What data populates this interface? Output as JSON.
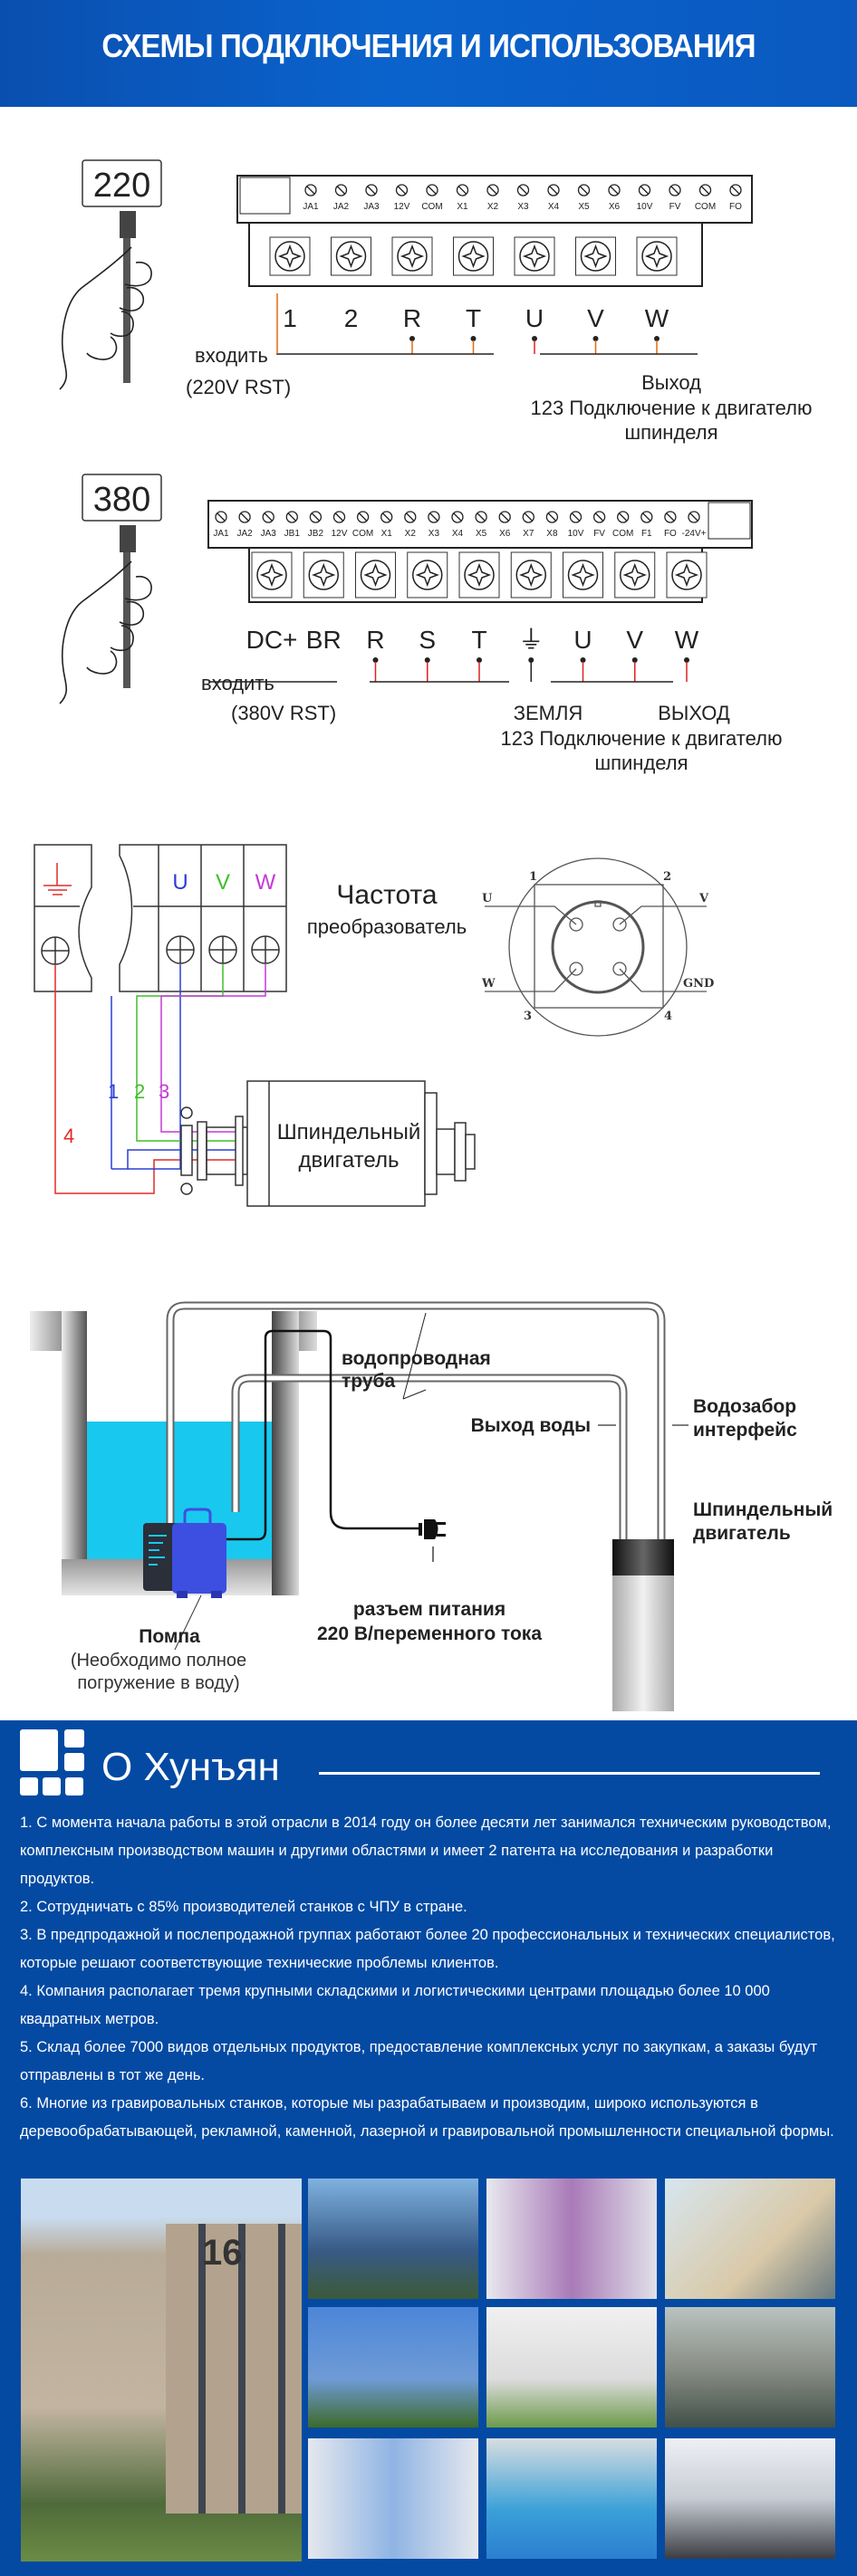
{
  "header": {
    "title": "СХЕМЫ ПОДКЛЮЧЕНИЯ И ИСПОЛЬЗОВАНИЯ",
    "background": "#0a5cc4"
  },
  "diagram220": {
    "voltage_badge": "220",
    "control_terminals": [
      "JA1",
      "JA2",
      "JA3",
      "12V",
      "COM",
      "X1",
      "X2",
      "X3",
      "X4",
      "X5",
      "X6",
      "10V",
      "FV",
      "COM",
      "FO"
    ],
    "power_terminals": [
      "1",
      "2",
      "R",
      "T",
      "U",
      "V",
      "W"
    ],
    "input_label": "входить",
    "input_sub": "(220V RST)",
    "output_label": "Выход",
    "output_sub1": "123 Подключение к двигателю",
    "output_sub2": "шпинделя"
  },
  "diagram380": {
    "voltage_badge": "380",
    "control_terminals": [
      "JA1",
      "JA2",
      "JA3",
      "JB1",
      "JB2",
      "12V",
      "COM",
      "X1",
      "X2",
      "X3",
      "X4",
      "X5",
      "X6",
      "X7",
      "X8",
      "10V",
      "FV",
      "COM",
      "F1",
      "FO",
      "-24V+"
    ],
    "power_terminals": [
      "DC+",
      "BR",
      "R",
      "S",
      "T",
      "⏚",
      "U",
      "V",
      "W"
    ],
    "input_label": "входить",
    "input_sub": "(380V RST)",
    "ground_label": "ЗЕМЛЯ",
    "output_label": "ВЫХОД",
    "output_sub1": "123 Подключение к двигателю",
    "output_sub2": "шпинделя"
  },
  "motor_wiring": {
    "terminal_labels": [
      "U",
      "V",
      "W"
    ],
    "inverter_label_1": "Частота",
    "inverter_label_2": "преобразователь",
    "wire_numbers": [
      "1",
      "2",
      "3",
      "4"
    ],
    "wire_colors": {
      "U": "#2a3fd6",
      "V": "#3fbf2a",
      "W": "#c43ad6",
      "ground": "#e02a2a"
    },
    "motor_label_1": "Шпиндельный",
    "motor_label_2": "двигатель",
    "connector": {
      "pins": [
        "1",
        "2",
        "3",
        "4"
      ],
      "signals": [
        "U",
        "V",
        "W",
        "GND"
      ]
    }
  },
  "cooling": {
    "pipe_label_1": "водопроводная",
    "pipe_label_2": "труба",
    "water_out": "Выход воды",
    "water_in_1": "Водозабор",
    "water_in_2": "интерфейс",
    "spindle_1": "Шпиндельный",
    "spindle_2": "двигатель",
    "plug_1": "разъем питания",
    "plug_2": "220 В/переменного тока",
    "pump_1": "Помпа",
    "pump_2": "(Необходимо полное",
    "pump_3": "погружение в воду)",
    "water_color": "#19c8ee",
    "pump_color": "#3c4fe0"
  },
  "about": {
    "title": "О Хунъян",
    "background": "#044aa2",
    "paragraphs": [
      "1. С момента начала работы в этой отрасли в 2014 году он более десяти лет занимался техническим руководством, комплексным производством машин и другими областями и имеет 2 патента на исследования и разработки продуктов.",
      "2. Сотрудничать с 85% производителей станков с ЧПУ в стране.",
      "3. В предпродажной и послепродажной группах работают более 20 профессиональных и технических специалистов, которые решают соответствующие технические проблемы клиентов.",
      "4. Компания располагает тремя крупными складскими и логистическими центрами площадью более 10 000 квадратных метров.",
      "5. Склад более 7000 видов отдельных продуктов, предоставление комплексных услуг по закупкам, а заказы будут отправлены в тот же день.",
      "6. Многие из гравировальных станков, которые мы разрабатываем и производим, широко используются в деревообрабатывающей, рекламной, каменной, лазерной и гравировальной промышленности специальной формы."
    ],
    "photos": [
      {
        "name": "company-building-photo",
        "building_number": "16"
      },
      {
        "name": "office-tower-photo"
      },
      {
        "name": "reception-logo-photo"
      },
      {
        "name": "office-desks-photo"
      },
      {
        "name": "twin-towers-photo"
      },
      {
        "name": "lounge-area-photo"
      },
      {
        "name": "city-bridge-photo"
      },
      {
        "name": "warehouse-shelves-photo"
      },
      {
        "name": "assembly-line-photo"
      },
      {
        "name": "cnc-workshop-photo"
      }
    ]
  }
}
